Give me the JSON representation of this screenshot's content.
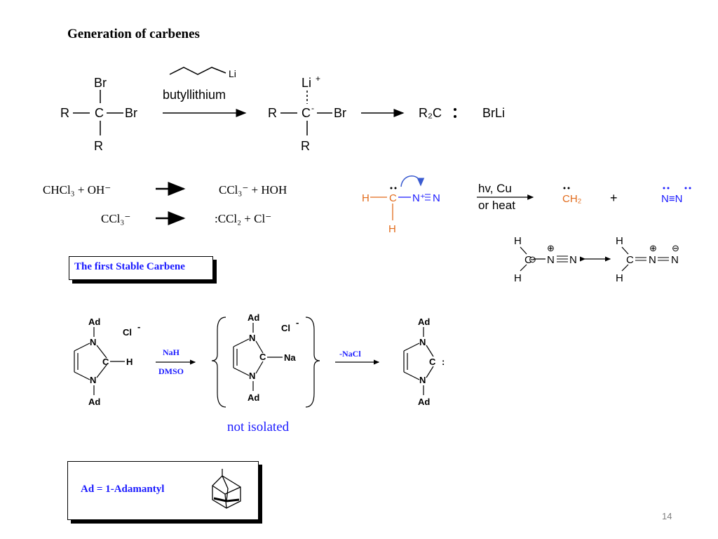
{
  "title": "Generation of carbenes",
  "page_number": "14",
  "scheme1": {
    "reagent_label": "butyllithium",
    "arrow_top_atom": "Li",
    "start": {
      "top": "Br",
      "center": "C",
      "left": "R",
      "right": "Br",
      "bottom": "R"
    },
    "intermediate": {
      "top": "Li",
      "top_charge": "+",
      "center": "C",
      "center_charge": "-",
      "left": "R",
      "right": "Br",
      "bottom": "R"
    },
    "product": "R₂C",
    "byproduct": "BrLi"
  },
  "chloroform": {
    "line1": {
      "lhs": "CHCl₃ + OH⁻",
      "rhs": "CCl₃⁻ + HOH"
    },
    "line2": {
      "lhs": "CCl₃⁻",
      "rhs": ":CCl₂ + Cl⁻"
    }
  },
  "diazomethane": {
    "h_left": "H",
    "c": "C",
    "n_plus": "N⁺",
    "triple_n": "N",
    "h_bottom": "H",
    "conditions_top": "hv, Cu",
    "conditions_bottom": "or heat",
    "product1": "CH₂",
    "plus": "+",
    "product2": "N≡N",
    "resonance_left": {
      "h1": "H",
      "c": "C",
      "n1": "N",
      "n2": "N",
      "h2": "H",
      "minus": "⊖",
      "plus": "⊕"
    },
    "resonance_right": {
      "h1": "H",
      "c": "C",
      "n1": "N",
      "n2": "N",
      "h2": "H",
      "minus": "⊖",
      "plus": "⊕"
    }
  },
  "stable_carbene_box": "The first Stable Carbene",
  "arduengo": {
    "ad": "Ad",
    "n": "N",
    "c": "C",
    "h": "H",
    "na": "Na",
    "cl": "Cl",
    "cl_charge": "-",
    "reagent_top": "NaH",
    "reagent_bottom": "DMSO",
    "step2": "-NaCl",
    "lone_pair": ":",
    "not_isolated": "not isolated"
  },
  "ad_box": "Ad = 1-Adamantyl",
  "colors": {
    "orange": "#e26b1b",
    "blue": "#1a1aff",
    "arrow_blue": "#3a5bd0"
  }
}
